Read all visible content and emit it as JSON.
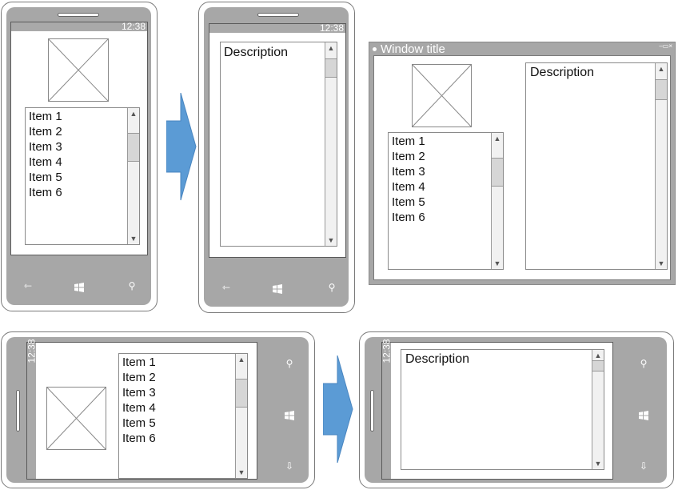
{
  "status_time": "12:38",
  "list_items": [
    "Item 1",
    "Item 2",
    "Item 3",
    "Item 4",
    "Item 5",
    "Item 6"
  ],
  "description_label": "Description",
  "window_title": "Window title",
  "icons": {
    "back": "back-arrow-icon",
    "start": "windows-logo-icon",
    "search": "search-icon",
    "down": "down-arrow-icon",
    "scroll_up": "scroll-up-arrow-icon",
    "scroll_down": "scroll-down-arrow-icon",
    "image_placeholder": "image-placeholder-icon",
    "flow_arrow": "flow-arrow-icon"
  },
  "colors": {
    "device_gray": "#a7a7a7",
    "flow_arrow_blue": "#5b9bd5",
    "screen_white": "#ffffff"
  }
}
